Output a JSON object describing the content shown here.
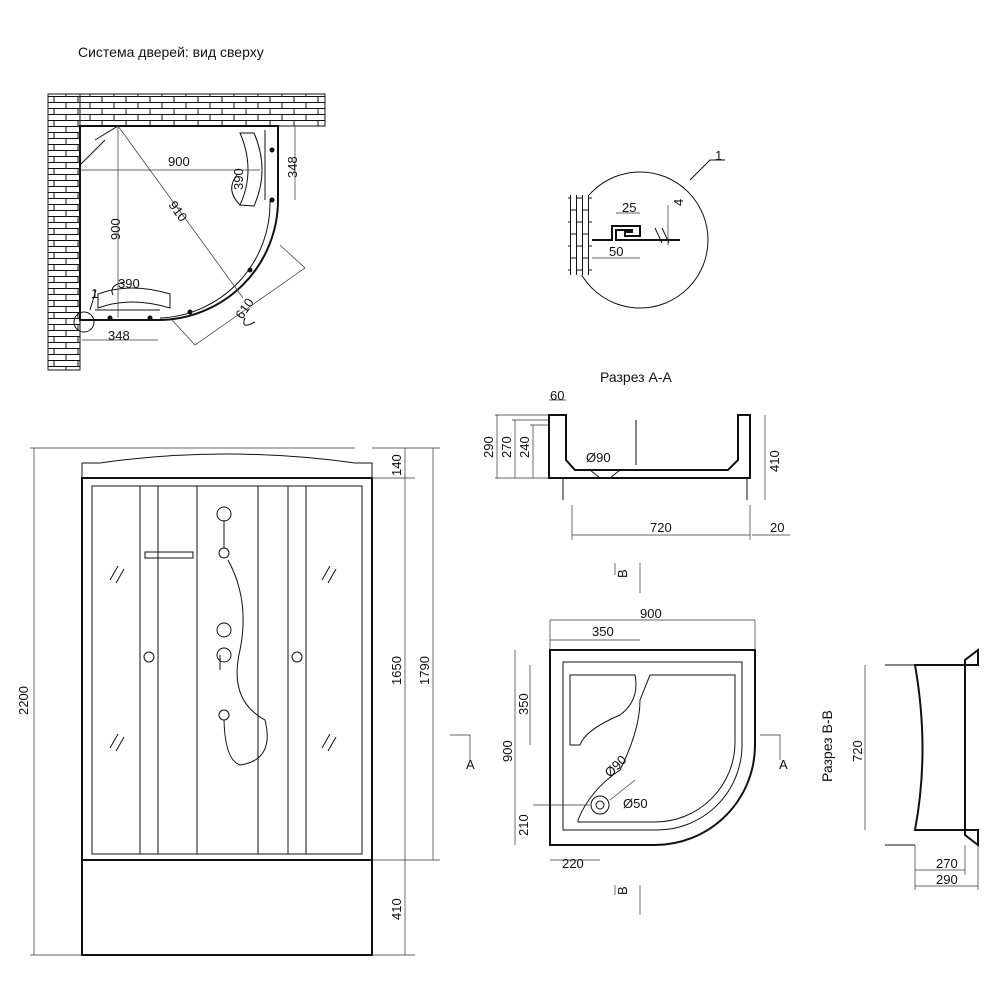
{
  "titles": {
    "top_view": "Система дверей: вид сверху",
    "section_aa": "Разрез А-А",
    "section_bb": "Разрез B-B"
  },
  "top_view": {
    "dims": [
      "900",
      "900",
      "910",
      "348",
      "348",
      "390",
      "390",
      "610"
    ],
    "callout": "1"
  },
  "detail": {
    "callout": "1",
    "dims": [
      "25",
      "4",
      "50"
    ]
  },
  "section_aa": {
    "dims": [
      "60",
      "290",
      "270",
      "240",
      "Ø90",
      "410",
      "720",
      "20"
    ]
  },
  "tray_plan": {
    "dims": [
      "900",
      "350",
      "350",
      "900",
      "Ø90",
      "Ø50",
      "210",
      "220"
    ],
    "markers": [
      "A",
      "A",
      "B",
      "B"
    ]
  },
  "section_bb": {
    "dims": [
      "720",
      "270",
      "290"
    ]
  },
  "cabin": {
    "dims": [
      "2200",
      "140",
      "1650",
      "1790",
      "410"
    ]
  },
  "colors": {
    "line": "#111111",
    "background": "#ffffff"
  },
  "icons": [
    "brick-wall-icon",
    "shower-head-icon",
    "faucet-icon",
    "door-handle-icon"
  ]
}
